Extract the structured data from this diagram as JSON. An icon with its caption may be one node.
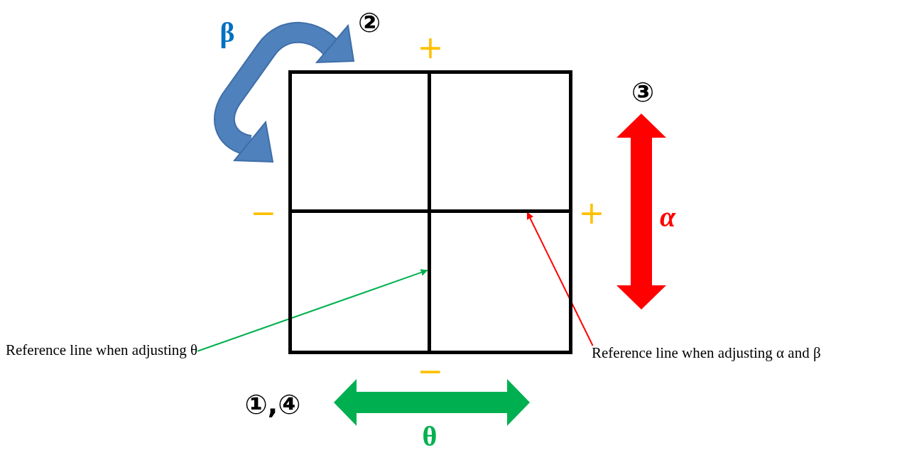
{
  "diagram": {
    "nodes": [
      {
        "text": [],
        "shape": "box"
      },
      {
        "text": [],
        "shape": "bar",
        "in": 0
      },
      {
        "text": [],
        "shape": "bar",
        "in": 0
      },
      {
        "text": [
          "Reference line when adjusting θ"
        ]
      },
      {
        "text": [
          "Reference line when adjusting α and β"
        ]
      }
    ],
    "edges": [
      {
        "from": 3,
        "to": 1,
        "arrow": "to",
        "color": "#00b050"
      },
      {
        "from": 4,
        "to": 2,
        "arrow": "to",
        "color": "#ff0000"
      }
    ],
    "labels": [
      "β",
      "②",
      "+",
      "③",
      "−",
      "+",
      "α",
      "−",
      "①,④",
      "θ"
    ]
  }
}
